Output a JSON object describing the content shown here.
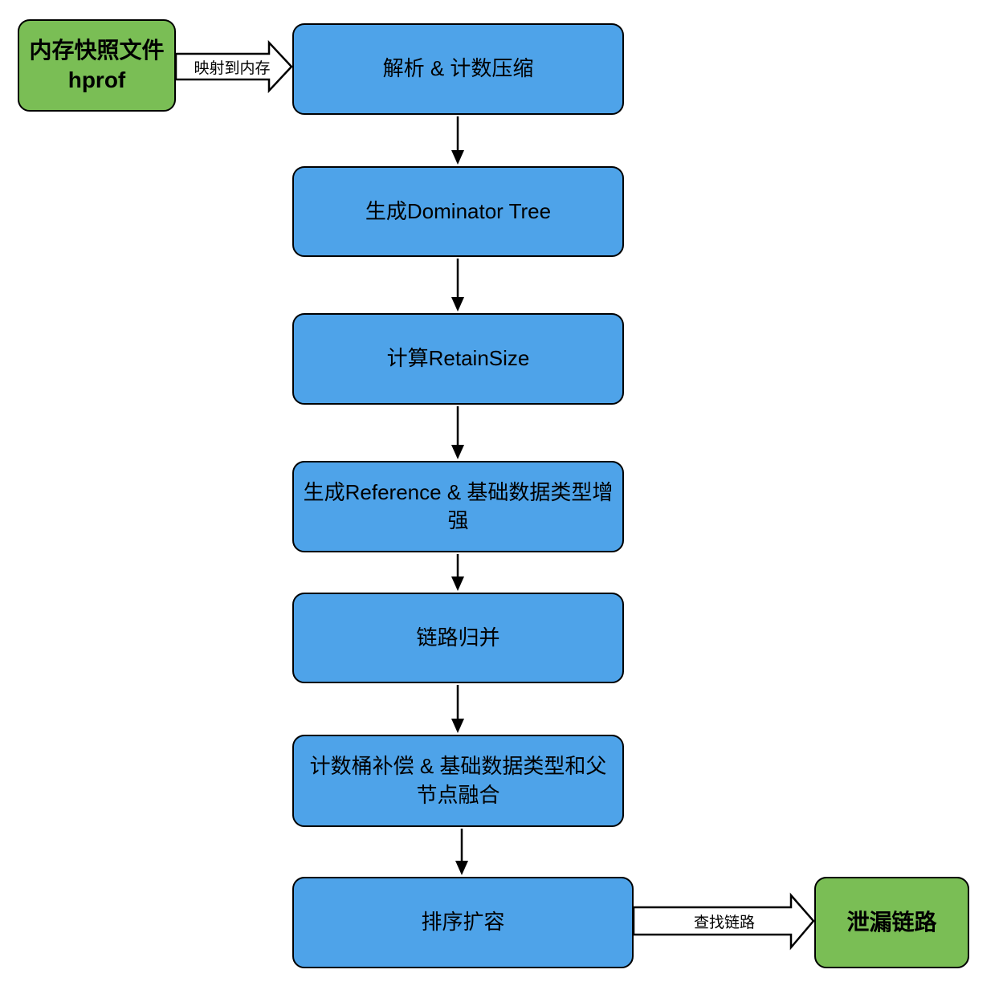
{
  "diagram": {
    "colors": {
      "node_blue": "#4EA3E9",
      "node_green": "#7ABE55",
      "border": "#000000",
      "background": "#FFFFFF"
    },
    "source_node": {
      "line1": "内存快照文件",
      "line2": "hprof"
    },
    "steps": [
      {
        "label": "解析 & 计数压缩"
      },
      {
        "label": "生成Dominator Tree"
      },
      {
        "label": "计算RetainSize"
      },
      {
        "label": "生成Reference & 基础数据类型增强"
      },
      {
        "label": "链路归并"
      },
      {
        "label": "计数桶补偿 & 基础数据类型和父节点融合"
      },
      {
        "label": "排序扩容"
      }
    ],
    "sink_node": {
      "label": "泄漏链路"
    },
    "edge_labels": {
      "map_to_memory": "映射到内存",
      "find_leak_path": "查找链路"
    }
  }
}
